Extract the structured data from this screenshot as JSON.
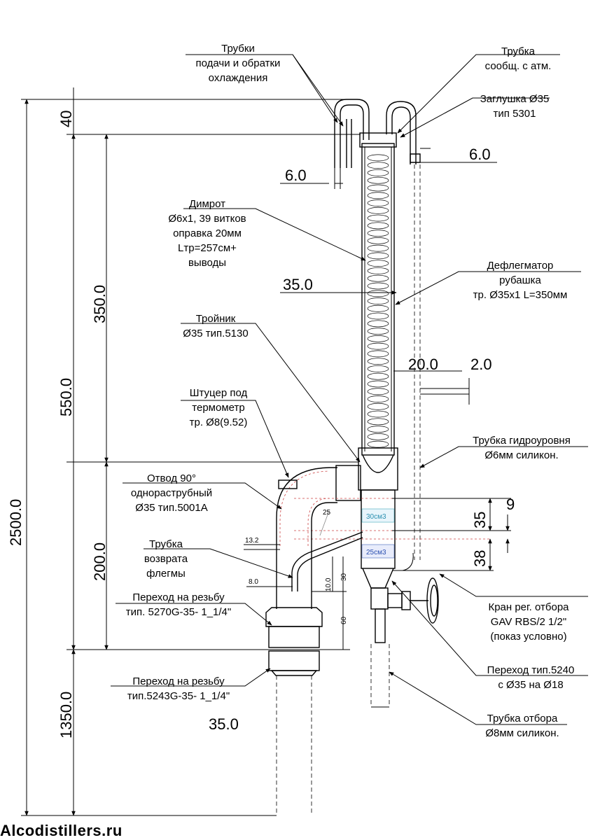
{
  "labels": {
    "tubes_cooling": [
      "Трубки",
      "подачи и обратки",
      "охлаждения"
    ],
    "tube_atm": [
      "Трубка",
      "сообщ. с атм."
    ],
    "plug": [
      "Заглушка Ø35",
      "тип 5301"
    ],
    "dimroth": [
      "Димрот",
      "Ø6х1, 39 витков",
      "оправка 20мм",
      "Lтр=257см+",
      "выводы"
    ],
    "dephleg": [
      "Дефлегматор",
      "рубашка",
      "тр. Ø35х1 L=350мм"
    ],
    "tee": [
      "Тройник",
      "Ø35 тип.5130"
    ],
    "thermo": [
      "Штуцер под",
      "термометр",
      "тр. Ø8(9.52)"
    ],
    "hydro": [
      "Трубка гидроуровня",
      "Ø6мм силикон."
    ],
    "elbow": [
      "Отвод 90°",
      "однораструбный",
      "Ø35 тип.5001А"
    ],
    "return": [
      "Трубка",
      "возврата",
      "флегмы"
    ],
    "valve": [
      "Кран рег. отбора",
      "GAV RBS/2   1/2\"",
      "(показ условно)"
    ],
    "thread1": [
      "Переход на резьбу",
      "тип. 5270G-35- 1_1/4\""
    ],
    "trans5240": [
      "Переход тип.5240",
      "с Ø35 на Ø18"
    ],
    "thread2": [
      "Переход на резьбу",
      "тип.5243G-35- 1_1/4\""
    ],
    "offtake": [
      "Трубка отбора",
      "Ø8мм силикон."
    ]
  },
  "dims": {
    "d2500": "2500.0",
    "d40": "40",
    "d350": "350.0",
    "d550": "550.0",
    "d200": "200.0",
    "d1350": "1350.0",
    "d6a": "6.0",
    "d6b": "6.0",
    "d35a": "35.0",
    "d20": "20.0",
    "d2": "2.0",
    "d9": "9",
    "d35b": "35",
    "d38": "38",
    "d35c": "35.0",
    "d13": "13.2",
    "d25": "25",
    "d8": "8.0",
    "d10": "10.0",
    "d30": "30",
    "d60": "60"
  },
  "volumes": {
    "v30": "30см3",
    "v25": "25см3"
  },
  "watermark": "Alcodistillers.ru"
}
